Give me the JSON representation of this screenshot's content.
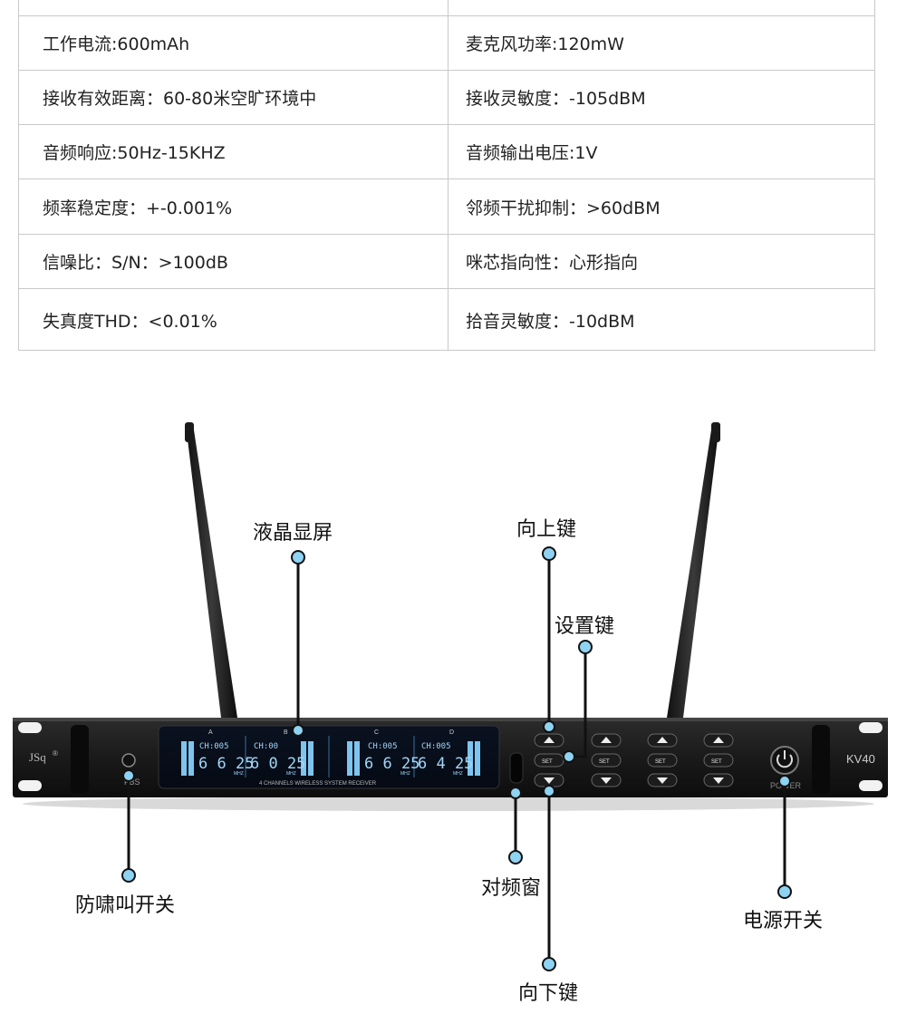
{
  "specs": [
    {
      "left": "",
      "right": ""
    },
    {
      "left": "工作电流:600mAh",
      "right": "麦克风功率:120mW"
    },
    {
      "left": "接收有效距离：60-80米空旷环境中",
      "right": "接收灵敏度：-105dBM"
    },
    {
      "left": "音频响应:50Hz-15KHZ",
      "right": "音频输出电压:1V"
    },
    {
      "left": "频率稳定度：+-0.001%",
      "right": "邻频干扰抑制：>60dBM"
    },
    {
      "left": "信噪比：S/N：>100dB",
      "right": "咪芯指向性：心形指向"
    },
    {
      "left": "失真度THD：<0.01%",
      "right": "拾音灵敏度：-10dBM"
    }
  ],
  "device": {
    "brand": "JSq",
    "model": "KV40",
    "channels": [
      "A",
      "B",
      "C",
      "D"
    ],
    "panel_caption": "4 CHANNELS WIRELESS SYSTEM RECEIVER",
    "lcd_ch": [
      "CH:005",
      "CH:00",
      "CH:005",
      "CH:005"
    ],
    "lcd_freq": [
      "6 6 25",
      "6 0 25",
      "6 6 25",
      "6 4 25"
    ],
    "set_label": "SET",
    "fbs_label": "FBS",
    "power_label": "POWER",
    "mhz_label": "MHZ"
  },
  "callouts": {
    "lcd": "液晶显屏",
    "up": "向上键",
    "set": "设置键",
    "fbs": "防啸叫开关",
    "pair": "对频窗",
    "down": "向下键",
    "power": "电源开关"
  }
}
